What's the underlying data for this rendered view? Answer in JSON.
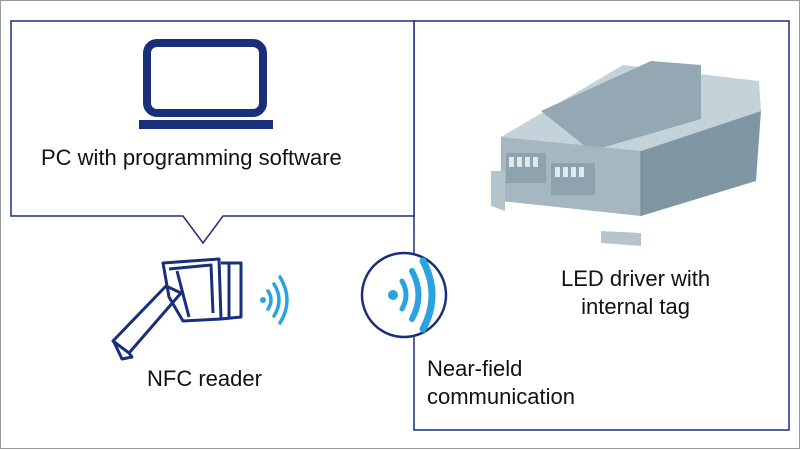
{
  "labels": {
    "pc": "PC with programming software",
    "nfc_reader": "NFC reader",
    "communication_line1": "Near-field",
    "communication_line2": "communication",
    "led_line1": "LED driver with",
    "led_line2": "internal tag"
  },
  "icons": {
    "pc": "laptop-icon",
    "reader": "nfc-reader-icon",
    "reader_waves": "wireless-waves-icon",
    "nfc_symbol": "nfc-circle-icon",
    "led_driver": "led-driver-device-image"
  },
  "colors": {
    "frame_blue": "#1a2f7a",
    "wave_blue": "#2aa3e0",
    "device_gray": "#a9bcc6"
  }
}
